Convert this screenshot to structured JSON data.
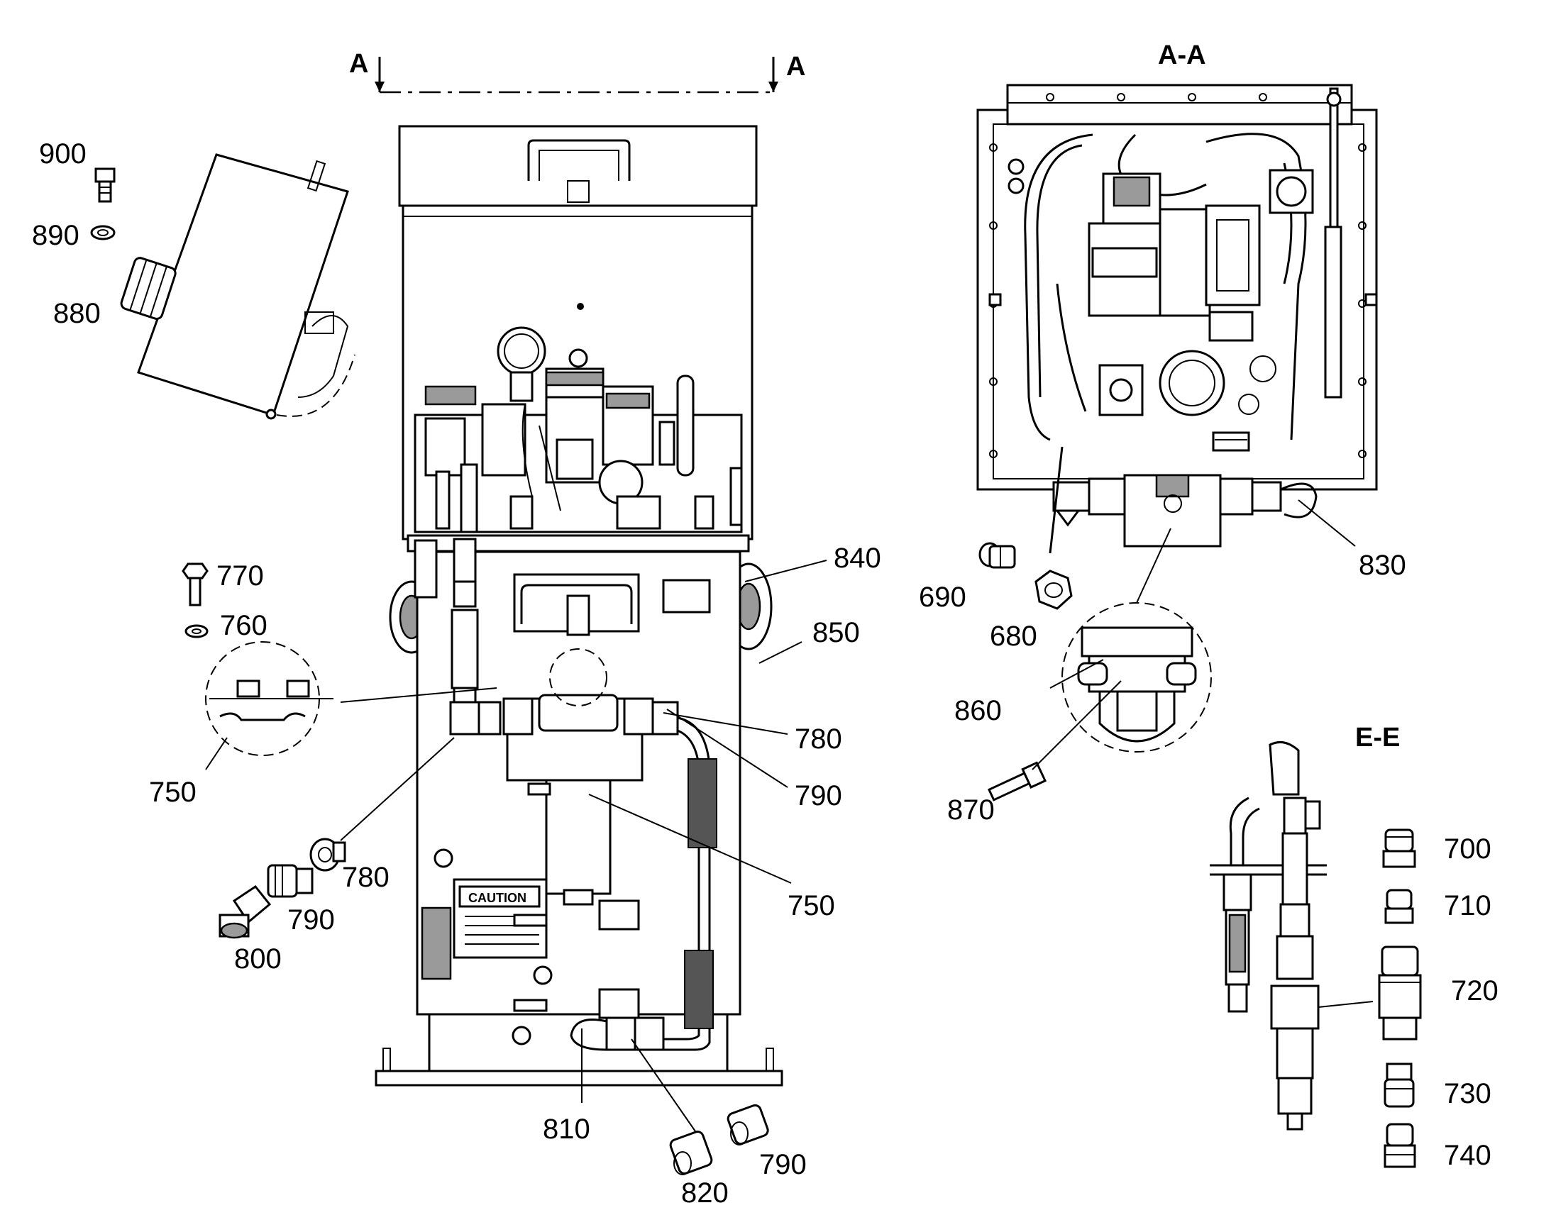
{
  "section_labels": {
    "cut_left": "A",
    "cut_right": "A",
    "view_aa": "A-A",
    "view_ee": "E-E"
  },
  "caution_label": "CAUTION",
  "callouts": [
    {
      "id": "900",
      "text": "900"
    },
    {
      "id": "890",
      "text": "890"
    },
    {
      "id": "880",
      "text": "880"
    },
    {
      "id": "770",
      "text": "770"
    },
    {
      "id": "760",
      "text": "760"
    },
    {
      "id": "750a",
      "text": "750"
    },
    {
      "id": "780a",
      "text": "780"
    },
    {
      "id": "790a",
      "text": "790"
    },
    {
      "id": "800",
      "text": "800"
    },
    {
      "id": "840",
      "text": "840"
    },
    {
      "id": "850",
      "text": "850"
    },
    {
      "id": "780b",
      "text": "780"
    },
    {
      "id": "790b",
      "text": "790"
    },
    {
      "id": "750b",
      "text": "750"
    },
    {
      "id": "810",
      "text": "810"
    },
    {
      "id": "820",
      "text": "820"
    },
    {
      "id": "790c",
      "text": "790"
    },
    {
      "id": "690",
      "text": "690"
    },
    {
      "id": "680",
      "text": "680"
    },
    {
      "id": "830",
      "text": "830"
    },
    {
      "id": "860",
      "text": "860"
    },
    {
      "id": "870",
      "text": "870"
    },
    {
      "id": "700",
      "text": "700"
    },
    {
      "id": "710",
      "text": "710"
    },
    {
      "id": "720",
      "text": "720"
    },
    {
      "id": "730",
      "text": "730"
    },
    {
      "id": "740",
      "text": "740"
    }
  ]
}
